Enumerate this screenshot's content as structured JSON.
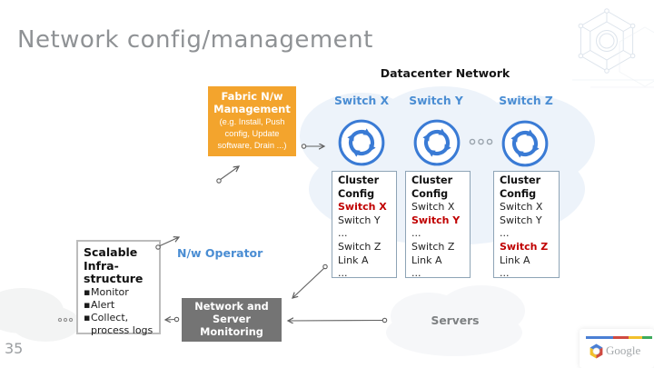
{
  "slide": {
    "title": "Network config/management",
    "page_number": "35"
  },
  "diagram": {
    "section_label": "Datacenter Network",
    "fabric_box": {
      "title": "Fabric N/w Management",
      "subtitle": "(e.g. Install, Push config, Update software, Drain ...)"
    },
    "switches": [
      {
        "label": "Switch X"
      },
      {
        "label": "Switch Y"
      },
      {
        "label": "Switch Z"
      }
    ],
    "cluster_boxes": [
      {
        "title": "Cluster Config",
        "lines": [
          {
            "text": "Switch X",
            "red": true
          },
          {
            "text": "Switch Y",
            "red": false
          },
          {
            "text": "...",
            "red": false
          },
          {
            "text": "Switch Z",
            "red": false
          },
          {
            "text": "Link A",
            "red": false
          },
          {
            "text": "...",
            "red": false
          }
        ]
      },
      {
        "title": "Cluster Config",
        "lines": [
          {
            "text": "Switch X",
            "red": false
          },
          {
            "text": "Switch Y",
            "red": true
          },
          {
            "text": "...",
            "red": false
          },
          {
            "text": "Switch Z",
            "red": false
          },
          {
            "text": "Link A",
            "red": false
          },
          {
            "text": "...",
            "red": false
          }
        ]
      },
      {
        "title": "Cluster Config",
        "lines": [
          {
            "text": "Switch X",
            "red": false
          },
          {
            "text": "Switch Y",
            "red": false
          },
          {
            "text": "...",
            "red": false
          },
          {
            "text": "Switch Z",
            "red": true
          },
          {
            "text": "Link A",
            "red": false
          },
          {
            "text": "...",
            "red": false
          }
        ]
      }
    ],
    "scalable_box": {
      "title": "Scalable Infra-structure",
      "bullets": [
        "Monitor",
        "Alert",
        "Collect, process logs"
      ]
    },
    "operator_label": "N/w Operator",
    "monitoring_box_label": "Network and Server Monitoring",
    "servers_label": "Servers"
  },
  "footer": {
    "logo_text": "Google"
  },
  "colors": {
    "accent_orange": "#F3A42D",
    "accent_blue": "#4A8DD3",
    "highlight_red": "#C00000",
    "monitoring_gray": "#747474",
    "switch_icon_blue": "#3A7BD5",
    "cluster_border": "#8EA4B6",
    "logo_bar": [
      "#4A7FD4",
      "#CF4A41",
      "#F2C02B",
      "#3DAA5C"
    ]
  }
}
